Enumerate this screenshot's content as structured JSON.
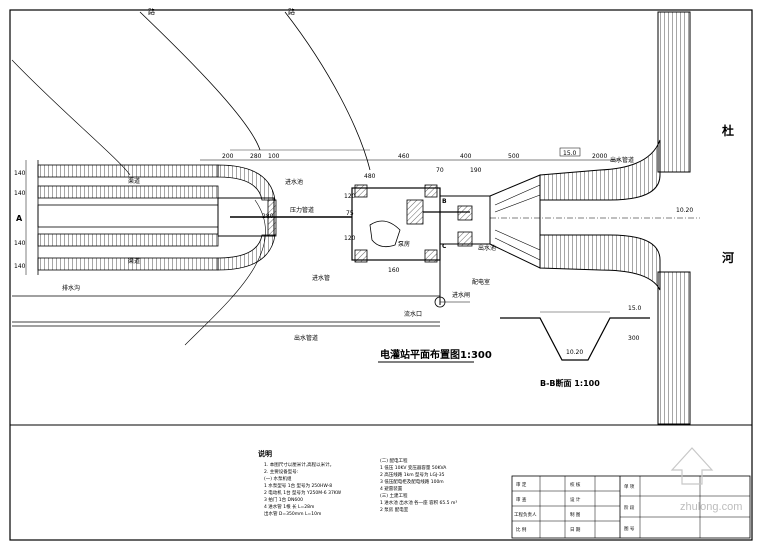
{
  "drawing": {
    "main_title": "电灌站平面布置图1:300",
    "section_title": "B-B断面 1:100",
    "river_label_1": "杜",
    "river_label_2": "河",
    "road_label_1": "路",
    "road_label_2": "路",
    "section_mark_a": "A",
    "section_mark_b": "B",
    "section_mark_c": "C",
    "dimensions": {
      "d200a": "200",
      "d280": "280",
      "d100": "100",
      "d460": "460",
      "d400": "400",
      "d500": "500",
      "d2000": "2000",
      "d150": "15.0",
      "d1020": "10.20",
      "d150s": "15.0",
      "d300": "300",
      "d1020s": "10.20",
      "d480": "480",
      "d160": "160",
      "d700": "70",
      "d190": "190",
      "d140a": "140",
      "d140b": "140",
      "d140c": "140",
      "d140d": "140",
      "d75": "75",
      "d120a": "120",
      "d120b": "120",
      "d280b": "280"
    },
    "annotations": {
      "a1": "渠道",
      "a2": "渠道",
      "a3": "进水池",
      "a4": "出水池",
      "a5": "出水管道",
      "a6": "压力管道",
      "a7": "进水管",
      "a8": "排水沟",
      "a9": "泵房",
      "a10": "配电室",
      "a11": "出水管道",
      "a12": "流水口",
      "a13": "进水闸"
    },
    "notes_title": "说明",
    "notes_left": [
      "1. 本图尺寸以厘米计,高程以米计。",
      "2. 主要设备型号:",
      "(一) 水泵机组",
      "1 水泵型号    1台  型号为     250HW-8",
      "2 电动机      1台  型号为    Y250M-6  37KW",
      "3 拍门       1台      DN600",
      "4 进水管     1根  长     L=28m",
      "   出水管     D=350mm L=10m"
    ],
    "notes_right": [
      "(二) 配电工程",
      "1 低压 10KV 变压器容量     50KVA",
      "2 高压线路     1km  型号为 LGJ-35",
      "3 低压配电柜及配电线路     100m",
      "4 避雷装置",
      "(三) 土建工程",
      "1 进水池 出水池 各一座  容积 65.5   m³",
      "2 泵房 配电室"
    ],
    "title_block": {
      "r1c1": "审 定",
      "r1c2": "校 核",
      "r2c1": "审 查",
      "r2c2": "设 计",
      "r3c1": "工程负责人",
      "r3c2": "制 图",
      "r4c1": "比 例",
      "r4c2": "日 期",
      "right1": "单 项",
      "right2": "阶 段",
      "right3": "图 号"
    },
    "watermark": "zhulong.com"
  }
}
